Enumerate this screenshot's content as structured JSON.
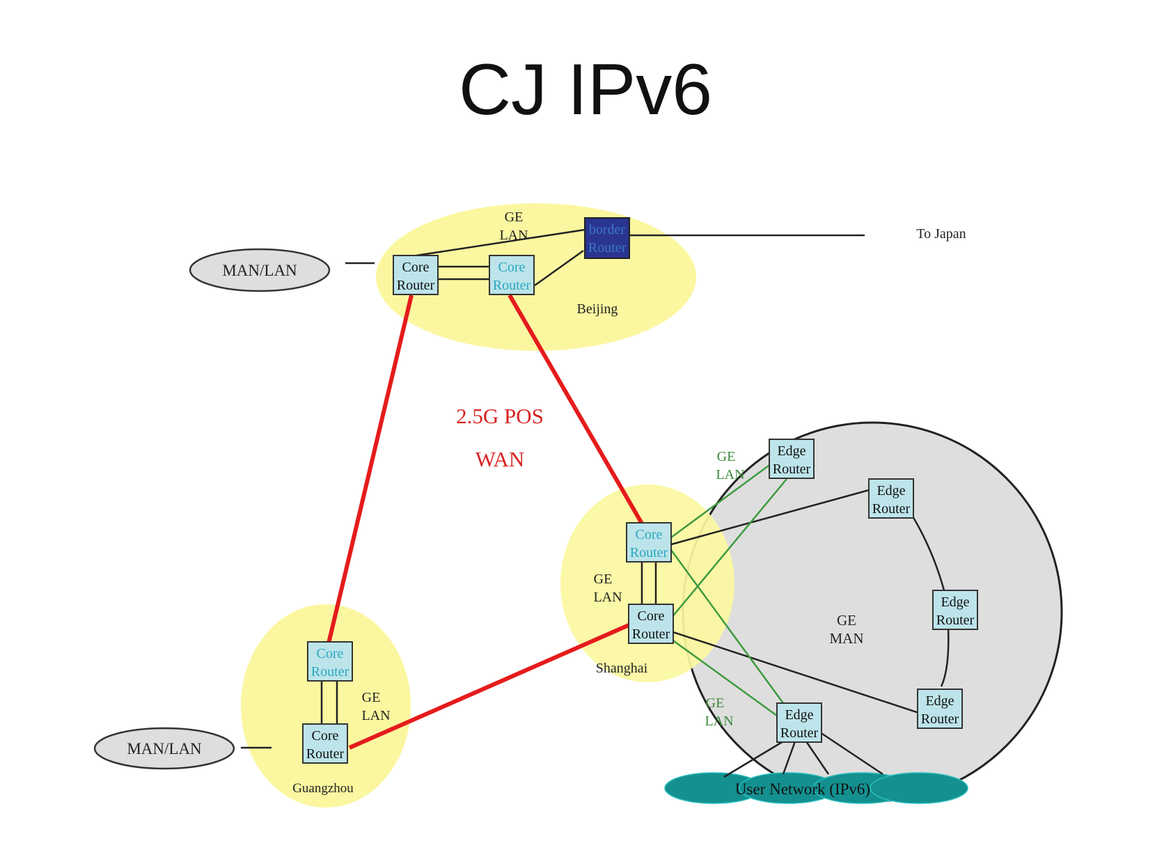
{
  "title": "CJ IPv6",
  "colors": {
    "site_fill": "#fbf7a0",
    "man_fill": "#dedede",
    "router_fill": "#bde4ea",
    "border_router_fill": "#2a3590",
    "wan_link": "#e51b1b",
    "ge_lan_link": "#3e9a3e",
    "user_network_fill": "#13908f",
    "label_green": "#3a8a3a",
    "label_red": "#d92323",
    "cyan_text": "#2aa7c0"
  },
  "labels": {
    "to_japan": "To Japan",
    "beijing": "Beijing",
    "shanghai": "Shanghai",
    "guangzhou": "Guangzhou",
    "wan_speed": "2.5G POS",
    "wan": "WAN",
    "ge": "GE",
    "lan": "LAN",
    "man": "MAN",
    "man_lan": "MAN/LAN",
    "user_network": "User Network (IPv6)"
  },
  "routers": {
    "core_line1": "Core",
    "edge_line1": "Edge",
    "border_line1": "border",
    "line2": "Router"
  }
}
